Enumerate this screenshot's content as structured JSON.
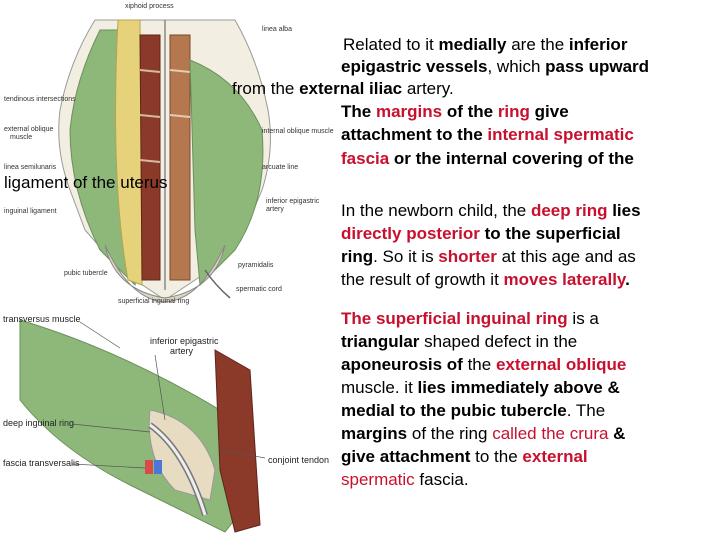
{
  "figure_top": {
    "labels": {
      "xiphoid": "xiphoid process",
      "linea_alba": "linea alba",
      "tendinous": "tendinous intersections",
      "ext_oblique_1": "external oblique",
      "ext_oblique_2": "muscle",
      "internal_oblique": "internal oblique muscle",
      "linea_semilunaris": "linea semilunaris",
      "arcuate_line": "arcuate line",
      "inguinal_ligament": "inguinal ligament",
      "inferior_epigastric_1": "inferior epigastric",
      "inferior_epigastric_2": "artery",
      "pyramidalis": "pyramidalis",
      "pubic_tubercle": "pubic tubercle",
      "spermatic_cord": "spermatic cord",
      "superficial_ring": "superficial inguinal ring"
    }
  },
  "figure_bottom": {
    "labels": {
      "transversus": "transversus muscle",
      "inferior_epigastric_1": "inferior epigastric",
      "inferior_epigastric_2": "artery",
      "deep_ring": "deep inguinal ring",
      "fascia_transversalis": "fascia transversalis",
      "conjoint_tendon": "conjoint tendon"
    }
  },
  "text": {
    "p1": {
      "l1_a": "Related to it ",
      "l1_b": "medially",
      "l1_c": " are the ",
      "l1_d": "inferior",
      "l2_a": "epigastric vessels",
      "l2_b": ", which ",
      "l2_c": "pass upward",
      "l3_a": "from the ",
      "l3_b": "external iliac",
      "l3_c": " artery."
    },
    "p2": {
      "l1_a": "The ",
      "l1_b": "margins",
      "l1_c": " of the ",
      "l1_d": "ring",
      "l1_e": " give",
      "l2_a": "attachment",
      "l2_b": " to the ",
      "l2_c": "internal spermatic",
      "l3_a": "fascia",
      "l3_b": " or the internal covering of the",
      "l4": "ligament of the uterus"
    },
    "p3": {
      "l1_a": "In the newborn child, the ",
      "l1_b": "deep ring",
      "l1_c": " lies",
      "l2_a": "directly posterior",
      "l2_b": " to the superficial",
      "l3_a": "ring",
      "l3_b": ". So it is ",
      "l3_c": "shorter",
      "l3_d": " at this age and as",
      "l4_a": "the result of growth it ",
      "l4_b": "moves laterally",
      "l4_c": "."
    },
    "p4": {
      "l1_a": "The superficial inguinal ring",
      "l1_b": " is a",
      "l2_a": "triangular",
      "l2_b": " shaped defect in the",
      "l3_a": " aponeurosis of",
      "l3_b": " the ",
      "l3_c": "external oblique",
      "l4_a": "muscle. it ",
      "l4_b": "lies immediately above &",
      "l5_a": "medial to the pubic tubercle",
      "l5_b": ". The",
      "l6_a": "margins",
      "l6_b": " of the ring ",
      "l6_c": "called the crura",
      "l6_d": " &",
      "l7_a": "give attachment",
      "l7_b": " to the ",
      "l7_c": "external",
      "l8_a": "spermatic",
      "l8_b": " fascia."
    }
  },
  "colors": {
    "red_text": "#c8102e",
    "muscle_red": "#8b3a2a",
    "external_oblique_green": "#8db87a",
    "internal_oblique_tan": "#c9b98a",
    "sheath_yellow": "#e6d27a"
  }
}
